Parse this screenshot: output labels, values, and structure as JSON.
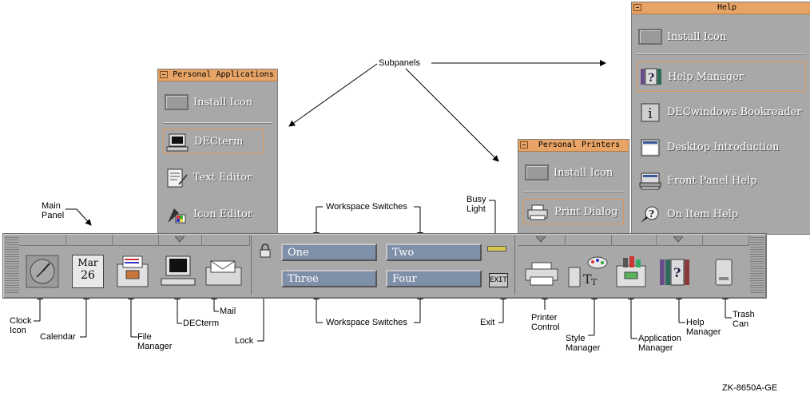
{
  "callouts": {
    "subpanels": "Subpanels",
    "main_panel": [
      "Main",
      "Panel"
    ],
    "workspace_switches_top": "Workspace Switches",
    "workspace_switches_bottom": "Workspace Switches",
    "busy_light": [
      "Busy",
      "Light"
    ],
    "clock_icon": [
      "Clock",
      "Icon"
    ],
    "calendar": "Calendar",
    "file_manager": [
      "File",
      "Manager"
    ],
    "decterm": "DECterm",
    "mail": "Mail",
    "lock": "Lock",
    "exit": "Exit",
    "printer_control": [
      "Printer",
      "Control"
    ],
    "style_manager": [
      "Style",
      "Manager"
    ],
    "application_manager": [
      "Application",
      "Manager"
    ],
    "help_manager": [
      "Help",
      "Manager"
    ],
    "trash_can": [
      "Trash",
      "Can"
    ],
    "figure_id": "ZK-8650A-GE"
  },
  "subpanel_personal_apps": {
    "title": "Personal Applications",
    "items": [
      "Install Icon",
      "DECterm",
      "Text Editor",
      "Icon Editor"
    ]
  },
  "subpanel_personal_printers": {
    "title": "Personal Printers",
    "items": [
      "Install Icon",
      "Print Dialog"
    ]
  },
  "subpanel_help": {
    "title": "Help",
    "items": [
      "Install Icon",
      "Help Manager",
      "DECwindows Bookreader",
      "Desktop Introduction",
      "Front Panel Help",
      "On Item Help"
    ]
  },
  "front_panel": {
    "calendar_month": "Mar",
    "calendar_day": "26",
    "workspaces": [
      "One",
      "Two",
      "Three",
      "Four"
    ],
    "exit_label": "EXIT"
  },
  "colors": {
    "panel": "#a8a8a8",
    "title_bar": "#e8a466",
    "workspace_button": "#7e8fa8"
  }
}
